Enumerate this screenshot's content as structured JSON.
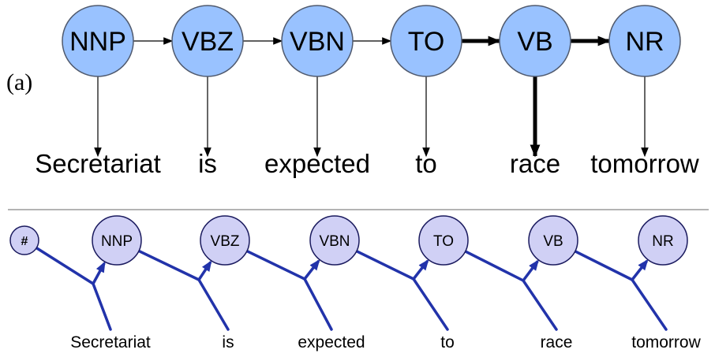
{
  "panel_label": "(a)",
  "hmm": {
    "tags": [
      "NNP",
      "VBZ",
      "VBN",
      "TO",
      "VB",
      "NR"
    ],
    "words": [
      "Secretariat",
      "is",
      "expected",
      "to",
      "race",
      "tomorrow"
    ],
    "highlighted_transitions": [
      3,
      4
    ],
    "highlighted_emissions": [
      4
    ]
  },
  "memm": {
    "start_symbol": "#",
    "tags": [
      "NNP",
      "VBZ",
      "VBN",
      "TO",
      "VB",
      "NR"
    ],
    "words": [
      "Secretariat",
      "is",
      "expected",
      "to",
      "race",
      "tomorrow"
    ]
  },
  "colors": {
    "hmm_node_fill": "#99c2ff",
    "hmm_node_stroke": "#505a6e",
    "memm_node_fill": "#d0d0f5",
    "memm_node_stroke": "#1a1a5e",
    "memm_edge": "#2233aa",
    "divider": "#9a9a9a",
    "text": "#000000"
  }
}
